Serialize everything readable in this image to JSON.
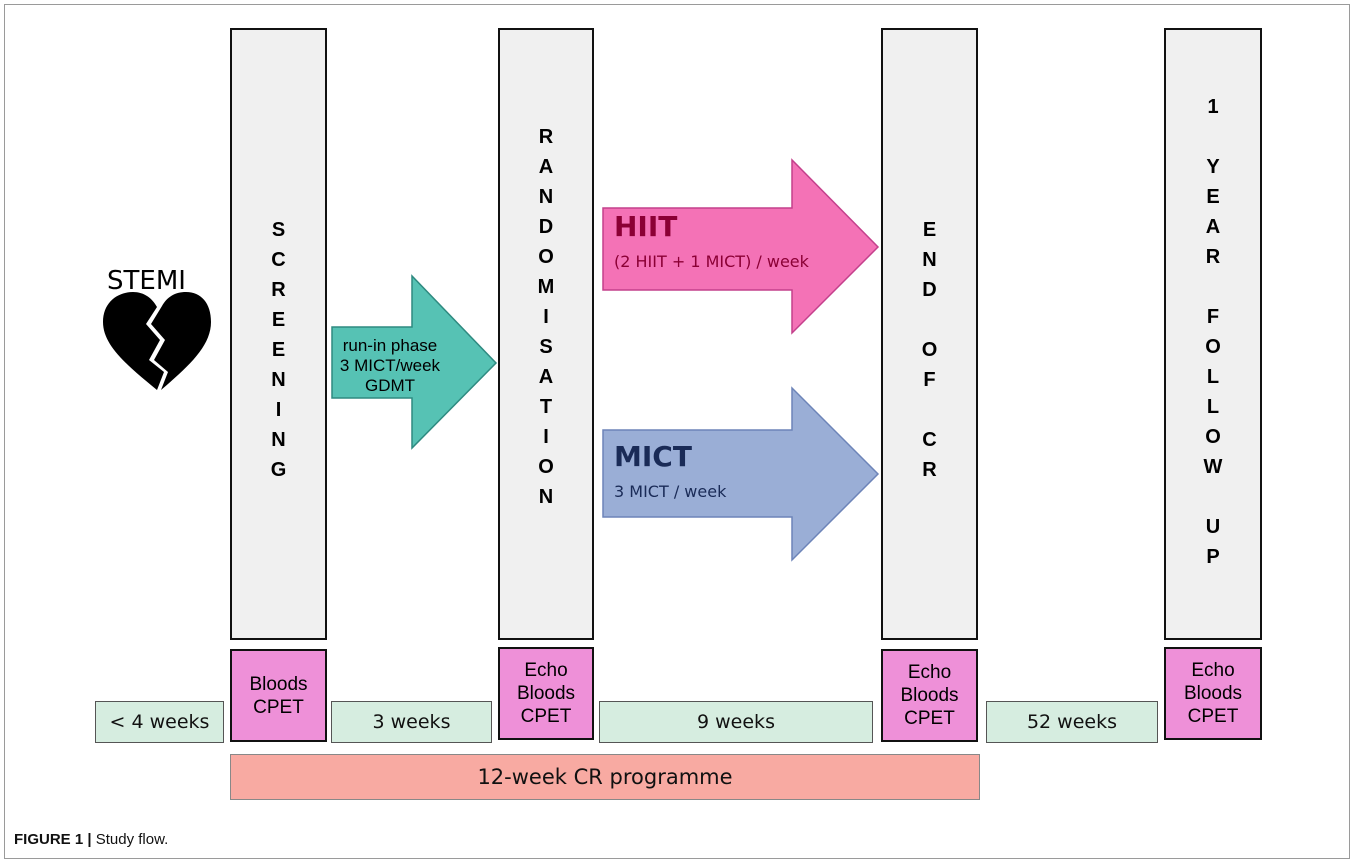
{
  "figure": {
    "caption_label": "FIGURE 1 |",
    "caption_text": " Study flow."
  },
  "stemi_label": "STEMI",
  "columns": {
    "screening": [
      "S",
      "C",
      "R",
      "E",
      "E",
      "N",
      "I",
      "N",
      "G"
    ],
    "randomisation": [
      "R",
      "A",
      "N",
      "D",
      "O",
      "M",
      "I",
      "S",
      "A",
      "T",
      "I",
      "O",
      "N"
    ],
    "end_of_cr": [
      "E",
      "N",
      "D",
      "",
      "O",
      "F",
      "",
      "C",
      "R"
    ],
    "follow_up": [
      "1",
      "",
      "Y",
      "E",
      "A",
      "R",
      "",
      "F",
      "O",
      "L",
      "L",
      "O",
      "W",
      "",
      "U",
      "P"
    ]
  },
  "assessments": {
    "screening": [
      "Bloods",
      "CPET"
    ],
    "randomisation": [
      "Echo",
      "Bloods",
      "CPET"
    ],
    "end_of_cr": [
      "Echo",
      "Bloods",
      "CPET"
    ],
    "follow_up": [
      "Echo",
      "Bloods",
      "CPET"
    ]
  },
  "durations": {
    "pre": "< 4 weeks",
    "run_in": "3 weeks",
    "training": "9 weeks",
    "follow": "52 weeks"
  },
  "programme_label": "12-week CR programme",
  "run_in_arrow": {
    "line1": "run-in phase",
    "line2": "3 MICT/week",
    "line3": "GDMT"
  },
  "hiit_arrow": {
    "title": "HIIT",
    "subtitle": "(2 HIIT + 1 MICT) / week"
  },
  "mict_arrow": {
    "title": "MICT",
    "subtitle": "3 MICT / week"
  },
  "colors": {
    "run_in_arrow": "#56c2b4",
    "hiit_arrow": "#f472b6",
    "mict_arrow": "#9aaed6",
    "assessment_box": "#ee90d8",
    "duration_box": "#d6ede0",
    "programme_bar": "#f8aaa2"
  }
}
